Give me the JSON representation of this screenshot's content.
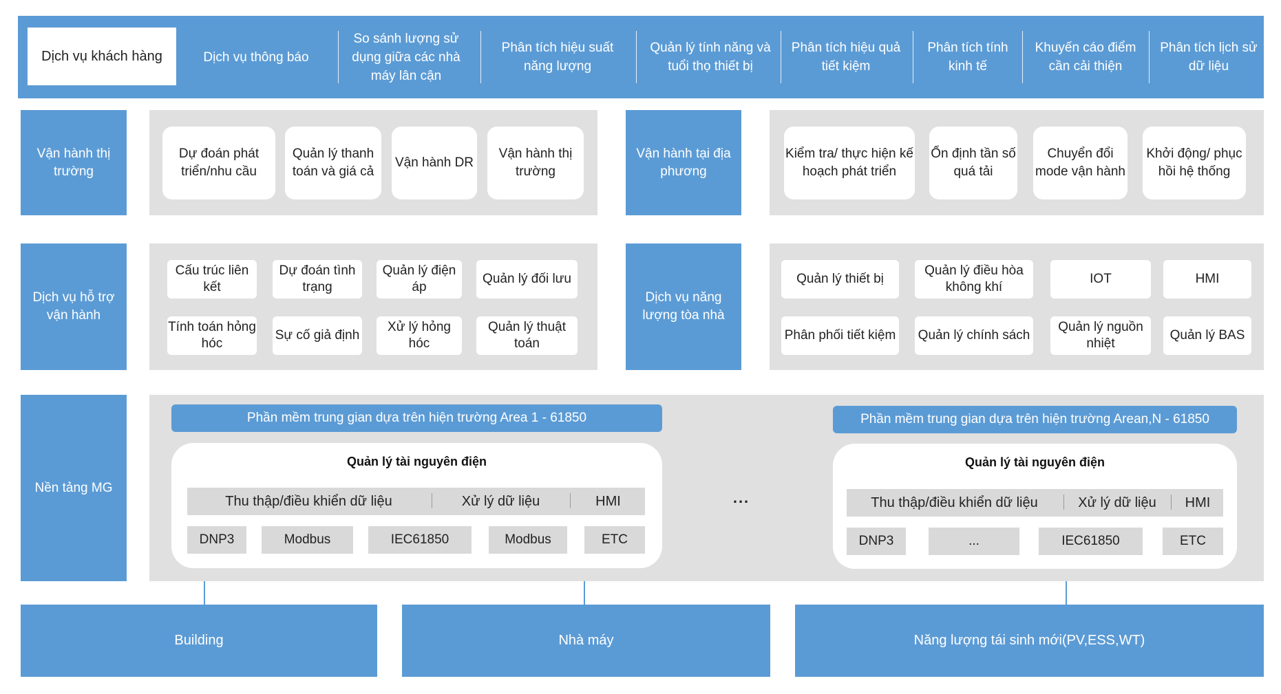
{
  "top_services": {
    "active": "Dịch vụ khách hàng",
    "items": [
      "Dịch vụ thông báo",
      "So sánh lượng sử dụng giữa các nhà máy lân cận",
      "Phân tích hiệu suất năng lượng",
      "Quản lý tính năng và tuổi thọ thiết bị",
      "Phân tích hiệu quả tiết kiệm",
      "Phân tích tính kinh tế",
      "Khuyến cáo điểm cần cải thiện",
      "Phân tích lịch sử dữ liệu"
    ]
  },
  "market_operation": {
    "label": "Vận hành thị trường",
    "items": [
      "Dự đoán phát triển/nhu cầu",
      "Quản lý thanh toán và giá cả",
      "Vận hành DR",
      "Vận hành thị trường"
    ]
  },
  "local_operation": {
    "label": "Vận hành tại địa phương",
    "items": [
      "Kiểm tra/ thực hiện kế hoạch phát triển",
      "Ổn định tần số quá tải",
      "Chuyển đổi mode vận hành",
      "Khởi động/ phục hồi hệ thống"
    ]
  },
  "operation_support": {
    "label": "Dịch vụ hỗ trợ vận hành",
    "items": [
      "Cấu trúc liên kết",
      "Dự đoán tình trạng",
      "Quản lý điện áp",
      "Quản lý đối lưu",
      "Tính toán hỏng hóc",
      "Sự cố giả định",
      "Xử lý hỏng hóc",
      "Quản lý thuật toán"
    ]
  },
  "building_energy": {
    "label": "Dịch vụ năng lượng tòa nhà",
    "items": [
      "Quản lý thiết bị",
      "Quản lý điều hòa không khí",
      "IOT",
      "HMI",
      "Phân phối tiết kiệm",
      "Quản lý chính sách",
      "Quản lý nguồn nhiệt",
      "Quản lý BAS"
    ]
  },
  "mg_platform": {
    "label": "Nền tảng MG",
    "ellipsis": "...",
    "left": {
      "header": "Phần mềm trung gian dựa trên hiện trường Area 1 - 61850",
      "title": "Quản lý tài nguyên điện",
      "row": [
        "Thu thập/điều khiển dữ liệu",
        "Xử lý dữ liệu",
        "HMI"
      ],
      "protocols": [
        "DNP3",
        "Modbus",
        "IEC61850",
        "Modbus",
        "ETC"
      ]
    },
    "right": {
      "header": "Phần mềm trung gian dựa trên hiện trường Arean,N - 61850",
      "title": "Quản lý tài nguyên điện",
      "row": [
        "Thu thập/điều khiển dữ liệu",
        "Xử lý dữ liệu",
        "HMI"
      ],
      "protocols": [
        "DNP3",
        "...",
        "IEC61850",
        "ETC"
      ]
    }
  },
  "bottom": [
    "Building",
    "Nhà máy",
    "Năng lượng tái sinh mới(PV,ESS,WT)"
  ],
  "colors": {
    "accent": "#5b9bd5",
    "panel": "#e0e0e0",
    "row": "#d9d9d9"
  }
}
